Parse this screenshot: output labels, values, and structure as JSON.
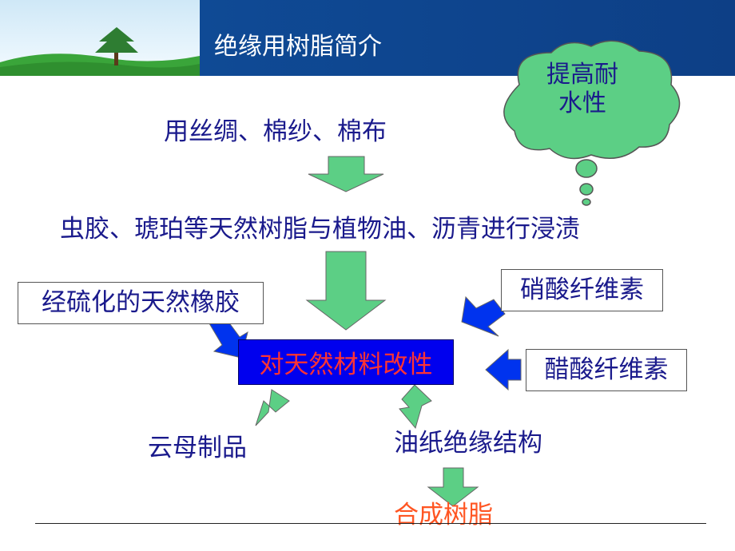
{
  "title": "绝缘用树脂简介",
  "cloud": {
    "line1": "提高耐",
    "line2": "水性"
  },
  "step1": "用丝绸、棉纱、棉布",
  "step2": "虫胶、琥珀等天然树脂与植物油、沥青进行浸渍",
  "box_left": "经硫化的天然橡胶",
  "box_right_top": "硝酸纤维素",
  "box_right_bottom": "醋酸纤维素",
  "center": "对天然材料改性",
  "out_left": "云母制品",
  "out_right": "油纸绝缘结构",
  "final": "合成树脂",
  "colors": {
    "arrow_green": "#5ccf85",
    "arrow_blue": "#0033ee",
    "center_box": "#0000ee",
    "center_text": "#ff3333",
    "final_text": "#ff5522",
    "text": "#1a1a8c"
  }
}
